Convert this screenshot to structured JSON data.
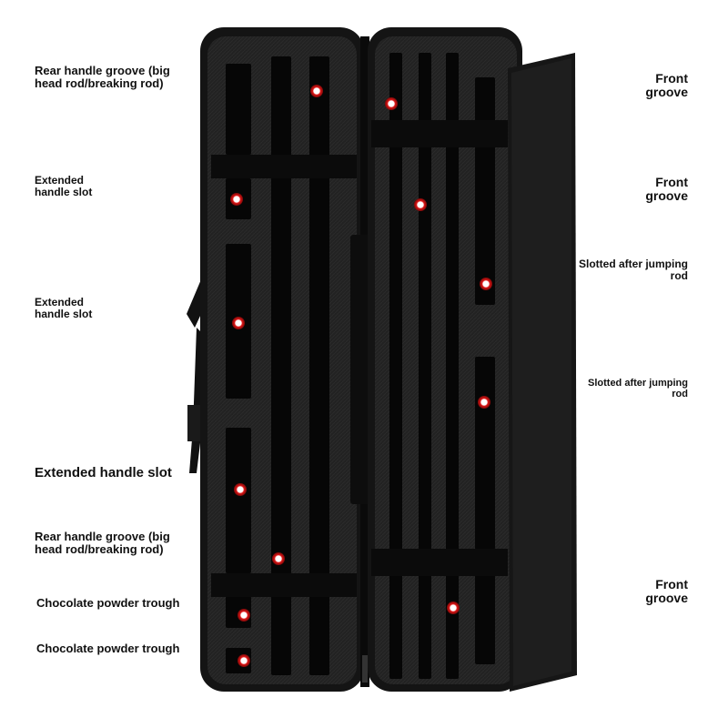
{
  "labels": {
    "rear_groove_top": {
      "line1": "Rear handle groove (big",
      "line2": "head rod/breaking rod)"
    },
    "extended_slot_1": {
      "line1": "Extended",
      "line2": "handle slot"
    },
    "extended_slot_2": {
      "line1": "Extended",
      "line2": "handle slot"
    },
    "extended_slot_3": {
      "text": "Extended handle slot"
    },
    "rear_groove_bottom": {
      "line1": "Rear handle groove (big",
      "line2": "head rod/breaking rod)"
    },
    "chocolate_trough_1": {
      "text": "Chocolate powder trough"
    },
    "chocolate_trough_2": {
      "text": "Chocolate powder trough"
    },
    "front_groove_1": {
      "line1": "Front",
      "line2": "groove"
    },
    "front_groove_2": {
      "line1": "Front",
      "line2": "groove"
    },
    "slotted_jump_1": {
      "line1": "Slotted after jumping",
      "line2": "rod"
    },
    "slotted_jump_2": {
      "line1": "Slotted after jumping",
      "line2": "rod"
    },
    "front_groove_3": {
      "line1": "Front",
      "line2": "groove"
    }
  },
  "colors": {
    "case_body": "#141414",
    "case_interior": "#1f1f1f",
    "slot": "#050505",
    "strap": "#0b0b0b",
    "marker_ring": "#cc1111",
    "leader_line": "#c01010",
    "label_text": "#111111"
  }
}
